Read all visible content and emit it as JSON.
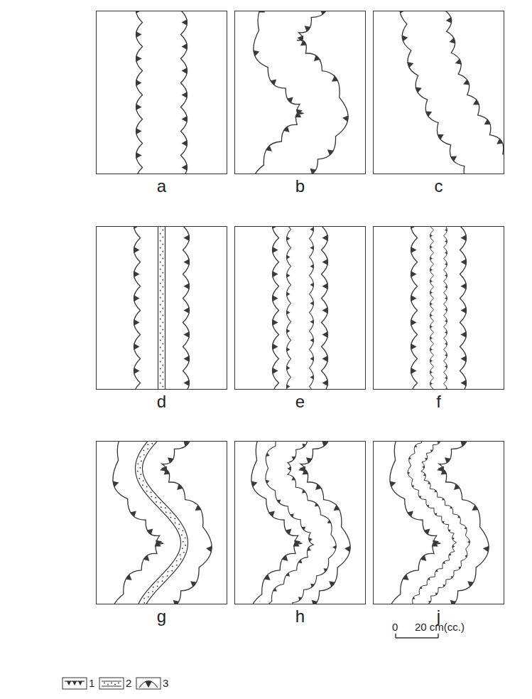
{
  "diagram": {
    "nodes": [
      {
        "text": [
          "a"
        ]
      },
      {
        "text": [
          "b"
        ]
      },
      {
        "text": [
          "c"
        ]
      },
      {
        "text": [
          "d"
        ]
      },
      {
        "text": [
          "e"
        ]
      },
      {
        "text": [
          "f"
        ]
      },
      {
        "text": [
          "g"
        ]
      },
      {
        "text": [
          "h"
        ]
      },
      {
        "text": [
          "j"
        ]
      }
    ],
    "labels": [
      "0",
      "20 cm(cc.)"
    ],
    "legend": [
      {
        "text": "1"
      },
      {
        "text": "2"
      },
      {
        "text": "3"
      }
    ]
  }
}
